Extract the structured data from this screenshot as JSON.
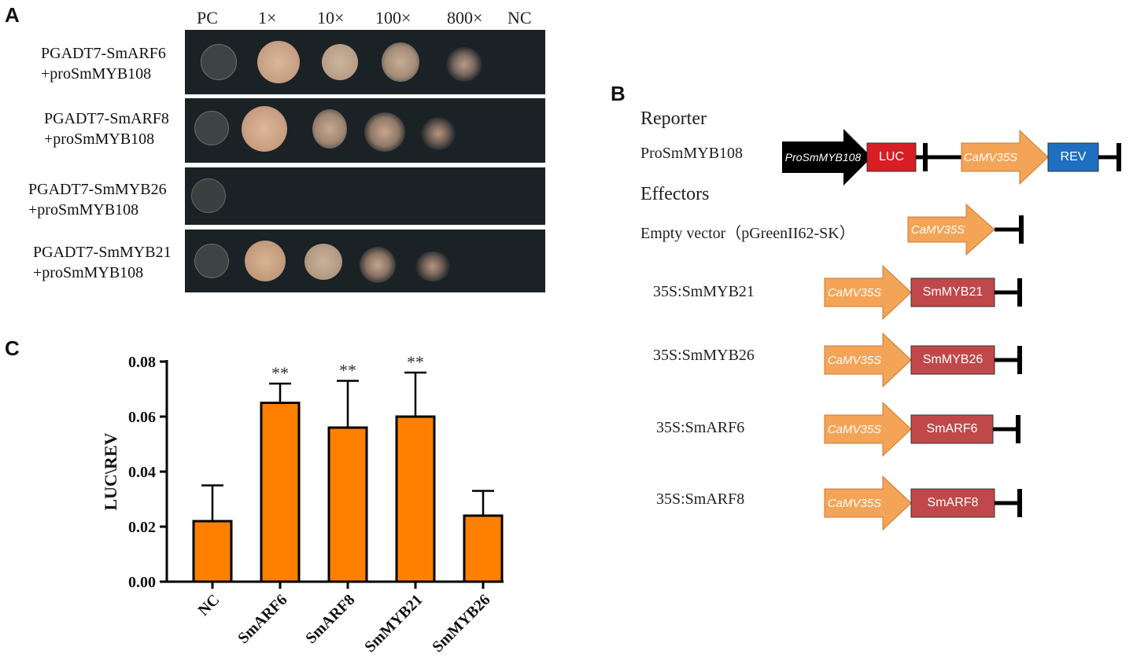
{
  "panels": {
    "a": "A",
    "b": "B",
    "c": "C"
  },
  "panel_a": {
    "columns": [
      "PC",
      "1×",
      "10×",
      "100×",
      "800×",
      "NC"
    ],
    "rows": [
      {
        "line1": "PGADT7-SmARF6",
        "line2": "+proSmMYB108"
      },
      {
        "line1": "PGADT7-SmARF8",
        "line2": "+proSmMYB108"
      },
      {
        "line1": "PGADT7-SmMYB26",
        "line2": "+proSmMYB108"
      },
      {
        "line1": "PGADT7-SmMYB21",
        "line2": "+proSmMYB108"
      }
    ]
  },
  "panel_b": {
    "reporter_heading": "Reporter",
    "reporter_label": "ProSmMYB108",
    "reporter_promoter": "ProSmMYB108",
    "reporter_luc": "LUC",
    "camv": "CaMV35S",
    "reporter_rev": "REV",
    "effectors_heading": "Effectors",
    "effectors": [
      {
        "label": "Empty vector（pGreenII62-SK）",
        "gene": ""
      },
      {
        "label": "35S:SmMYB21",
        "gene": "SmMYB21"
      },
      {
        "label": "35S:SmMYB26",
        "gene": "SmMYB26"
      },
      {
        "label": "35S:SmARF6",
        "gene": "SmARF6"
      },
      {
        "label": "35S:SmARF8",
        "gene": "SmARF8"
      }
    ],
    "colors": {
      "luc": "#d81e24",
      "rev": "#1f6fc0",
      "camv": "#f4a456",
      "effector_gene": "#c0484a",
      "promoter": "#000000"
    }
  },
  "chart_data": {
    "type": "bar",
    "categories": [
      "NC",
      "SmARF6",
      "SmARF8",
      "SmMYB21",
      "SmMYB26"
    ],
    "values": [
      0.022,
      0.065,
      0.056,
      0.06,
      0.024
    ],
    "error_upper": [
      0.035,
      0.072,
      0.073,
      0.076,
      0.033
    ],
    "significance": [
      "",
      "**",
      "**",
      "**",
      ""
    ],
    "ylabel": "LUC\\REV",
    "yticks": [
      "0.00",
      "0.02",
      "0.04",
      "0.06",
      "0.08"
    ],
    "ylim": [
      0,
      0.08
    ],
    "bar_color": "#ff8000",
    "grid": false
  }
}
